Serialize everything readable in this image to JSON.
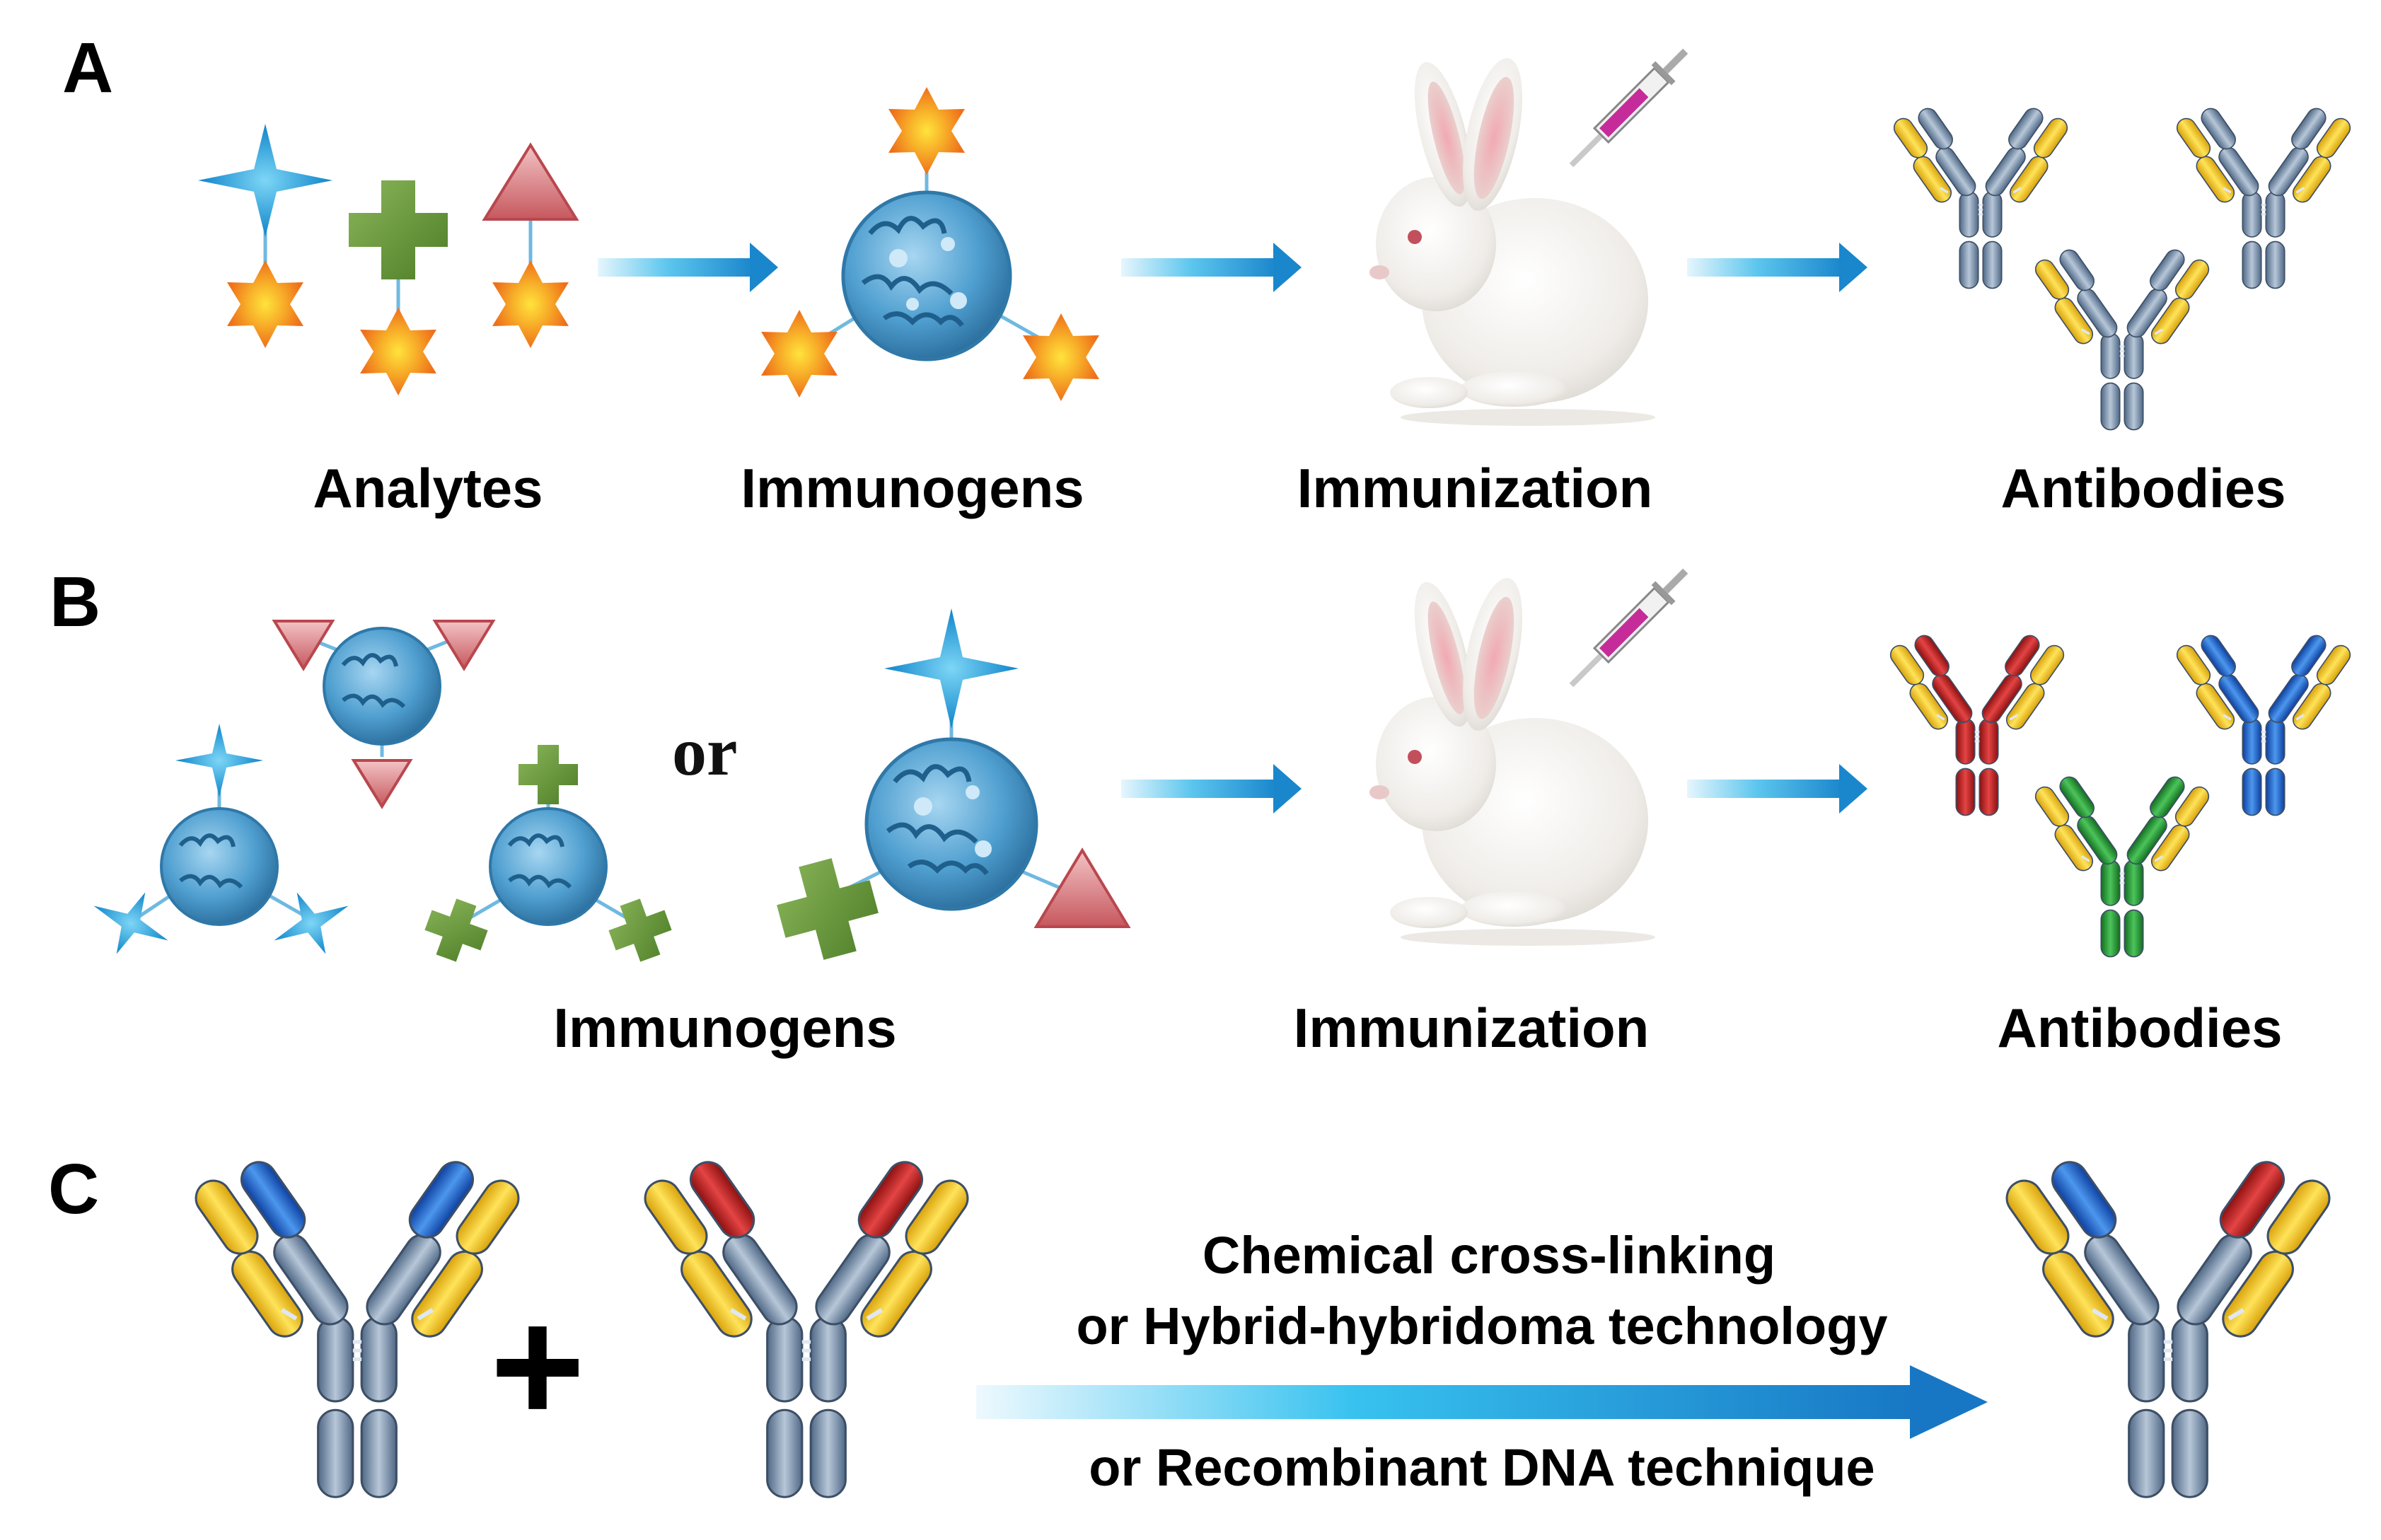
{
  "panels": {
    "a": {
      "label": "A",
      "captions": {
        "analytes": "Analytes",
        "immunogens": "Immunogens",
        "immunization": "Immunization",
        "antibodies": "Antibodies"
      }
    },
    "b": {
      "label": "B",
      "or_text": "or",
      "captions": {
        "immunogens": "Immunogens",
        "immunization": "Immunization",
        "antibodies": "Antibodies"
      }
    },
    "c": {
      "label": "C",
      "plus": "+",
      "methods": [
        "Chemical cross-linking",
        "or Hybrid-hybridoma technology",
        "or Recombinant DNA technique"
      ]
    }
  },
  "colors": {
    "arrow": "#1a9ad8",
    "carrier": "#4a9fd1",
    "star": "#f28a22",
    "star_center": "#ffd22e",
    "cross_shape": "#6a9a3a",
    "triangle": "#d98a8e",
    "four_point_star": "#1aa0db",
    "antibody_heavy": "#667f99",
    "antibody_light": "#f4c21a",
    "variable_blue": "#1f63c9",
    "variable_red": "#c81e1e",
    "variable_green": "#259432",
    "rabbit": "#f2f0ed"
  },
  "icons": [
    "four-point-star-icon",
    "cross-shape-icon",
    "triangle-icon",
    "star-hapten-icon",
    "carrier-protein-icon",
    "rabbit-icon",
    "syringe-icon",
    "antibody-icon",
    "flow-arrow-icon"
  ]
}
